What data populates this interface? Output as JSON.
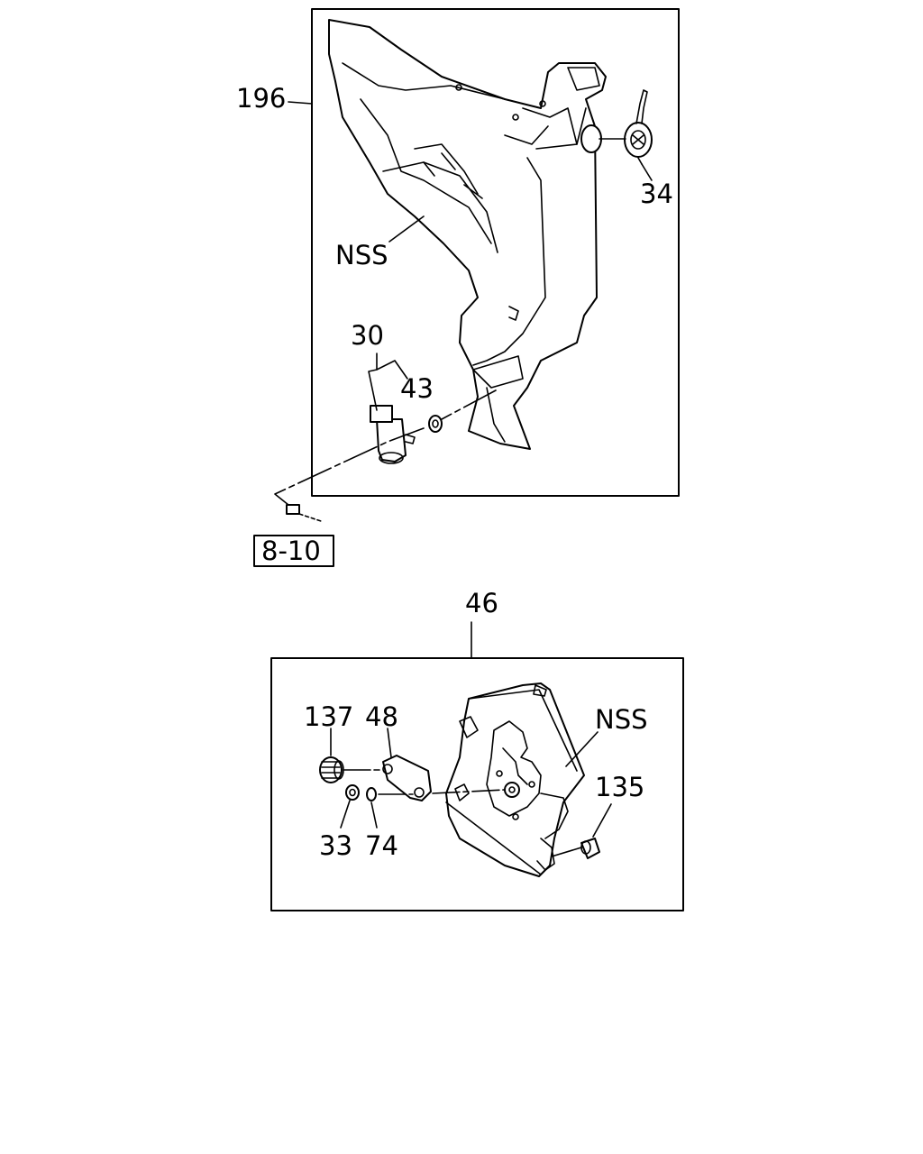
{
  "callouts": {
    "c196": "196",
    "c34": "34",
    "nss_top": "NSS",
    "c30": "30",
    "c43": "43",
    "ref_8_10": "8-10",
    "c46": "46",
    "c137": "137",
    "c48": "48",
    "nss_bottom": "NSS",
    "c135": "135",
    "c33": "33",
    "c74": "74"
  }
}
